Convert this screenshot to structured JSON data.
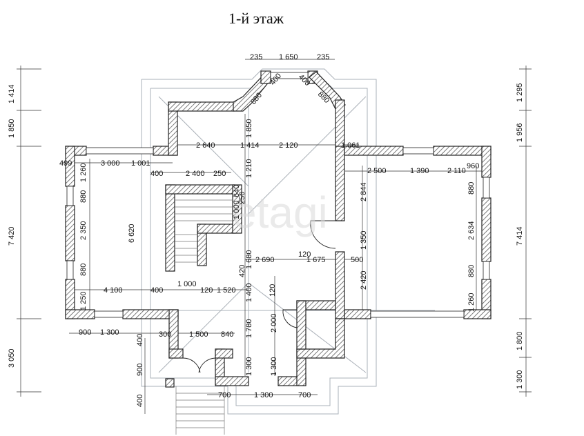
{
  "title": "1-й этаж",
  "watermark": "etagi",
  "colors": {
    "wall": "#3a3a3a",
    "hatch": "#8a8a8a",
    "guide": "#aab0b8",
    "text": "#111111"
  },
  "dimensions": {
    "top_235_left": "235",
    "top_1650": "1 650",
    "top_235_right": "235",
    "bay_400_left": "400",
    "bay_400_right": "400",
    "bay_880_left": "880",
    "bay_880_right": "880",
    "left_1414": "1 414",
    "left_1850": "1 850",
    "left_7420": "7 420",
    "left_3050": "3 050",
    "right_1295": "1 295",
    "right_1956": "1 956",
    "right_7414": "7 414",
    "right_1800": "1 800",
    "right_1300": "1 300",
    "h_2640": "2 640",
    "h_1414": "1 414",
    "h_2120": "2 120",
    "h_1061": "1 061",
    "h_499": "499",
    "h_3000": "3 000",
    "h_1001": "1 001",
    "h_400_a": "400",
    "h_2400": "2 400",
    "h_250_a": "250",
    "h_2500": "2 500",
    "h_1390": "1 390",
    "h_2110": "2 110",
    "h_960": "960",
    "h_2690": "2 690",
    "h_120_a": "120",
    "h_1675": "1 675",
    "h_500": "500",
    "h_4100": "4 100",
    "h_400_b": "400",
    "h_1000_b": "1 000",
    "h_120_b": "120",
    "h_1520": "1 520",
    "h_900": "900",
    "h_1300_b": "1 300",
    "h_300": "300",
    "h_1500": "1 500",
    "h_840": "840",
    "h_700_l": "700",
    "h_1300_c": "1 300",
    "h_700_r": "700",
    "v_1850": "1 850",
    "v_1210": "1 210",
    "v_1260": "1 260",
    "v_880_l1": "880",
    "v_2350": "2 350",
    "v_880_l2": "880",
    "v_1250": "1 250",
    "v_6620": "6 620",
    "v_640": "640",
    "v_250": "250",
    "v_1000": "1 000",
    "v_1680": "1 680",
    "v_420": "420",
    "v_1400": "1 400",
    "v_120": "120",
    "v_1780": "1 780",
    "v_2000": "2 000",
    "v_1300_m1": "1 300",
    "v_1300_m2": "1 300",
    "v_2844": "2 844",
    "v_1350": "1 350",
    "v_2420": "2 420",
    "v_880_r1": "880",
    "v_2634": "2 634",
    "v_880_r2": "880",
    "v_1260_r": "1 260",
    "v_400_s1": "400",
    "v_900_s": "900",
    "v_400_s2": "400"
  }
}
